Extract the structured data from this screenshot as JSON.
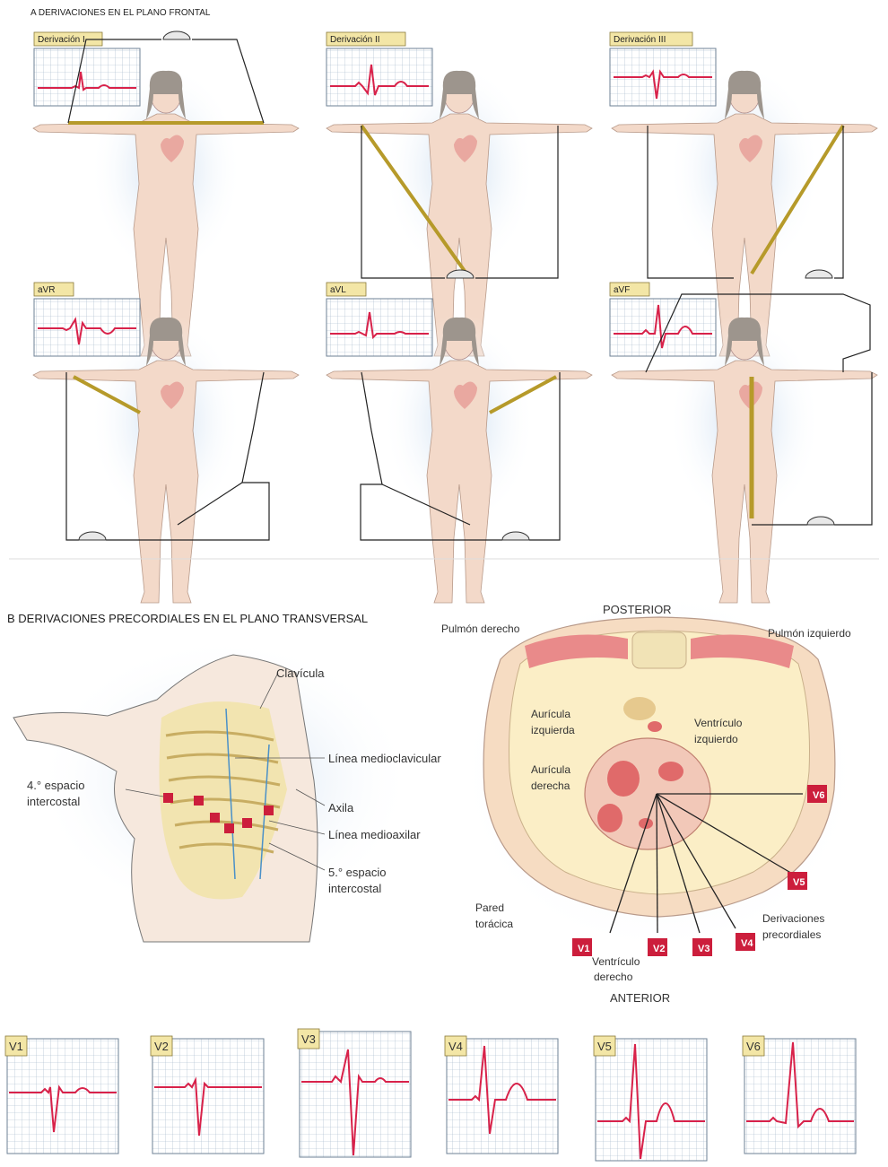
{
  "section_a": {
    "title": "A   DERIVACIONES EN EL PLANO FRONTAL",
    "leads": [
      {
        "label": "Derivación I"
      },
      {
        "label": "Derivación II"
      },
      {
        "label": "Derivación III"
      },
      {
        "label": "aVR"
      },
      {
        "label": "aVL"
      },
      {
        "label": "aVF"
      }
    ]
  },
  "section_b": {
    "title": "B   DERIVACIONES PRECORDIALES EN EL PLANO TRANSVERSAL",
    "chest_labels": {
      "clavicula": "Clavícula",
      "linea_medioclavicular": "Línea medioclavicular",
      "cuarto_espacio_1": "4.° espacio",
      "cuarto_espacio_2": "intercostal",
      "axila": "Axila",
      "linea_medioaxilar": "Línea medioaxilar",
      "quinto_espacio_1": "5.° espacio",
      "quinto_espacio_2": "intercostal"
    },
    "section_labels": {
      "posterior": "POSTERIOR",
      "anterior": "ANTERIOR",
      "pulmon_derecho": "Pulmón derecho",
      "pulmon_izquierdo": "Pulmón izquierdo",
      "auricula_izq_1": "Aurícula",
      "auricula_izq_2": "izquierda",
      "auricula_der_1": "Aurícula",
      "auricula_der_2": "derecha",
      "ventriculo_izq_1": "Ventrículo",
      "ventriculo_izq_2": "izquierdo",
      "ventriculo_der_1": "Ventrículo",
      "ventriculo_der_2": "derecho",
      "pared_1": "Pared",
      "pared_2": "torácica",
      "derivaciones_1": "Derivaciones",
      "derivaciones_2": "precordiales"
    },
    "v_leads": [
      "V1",
      "V2",
      "V3",
      "V4",
      "V5",
      "V6"
    ]
  },
  "colors": {
    "ecg_trace": "#d8224a",
    "ecg_grid": "#9fb3c8",
    "ecg_bg": "#e8eef4",
    "tag_bg": "#f3e6a6",
    "arrow": "#b69a2a",
    "skin": "#f3d9c9",
    "v_tag": "#cc1e3c"
  }
}
